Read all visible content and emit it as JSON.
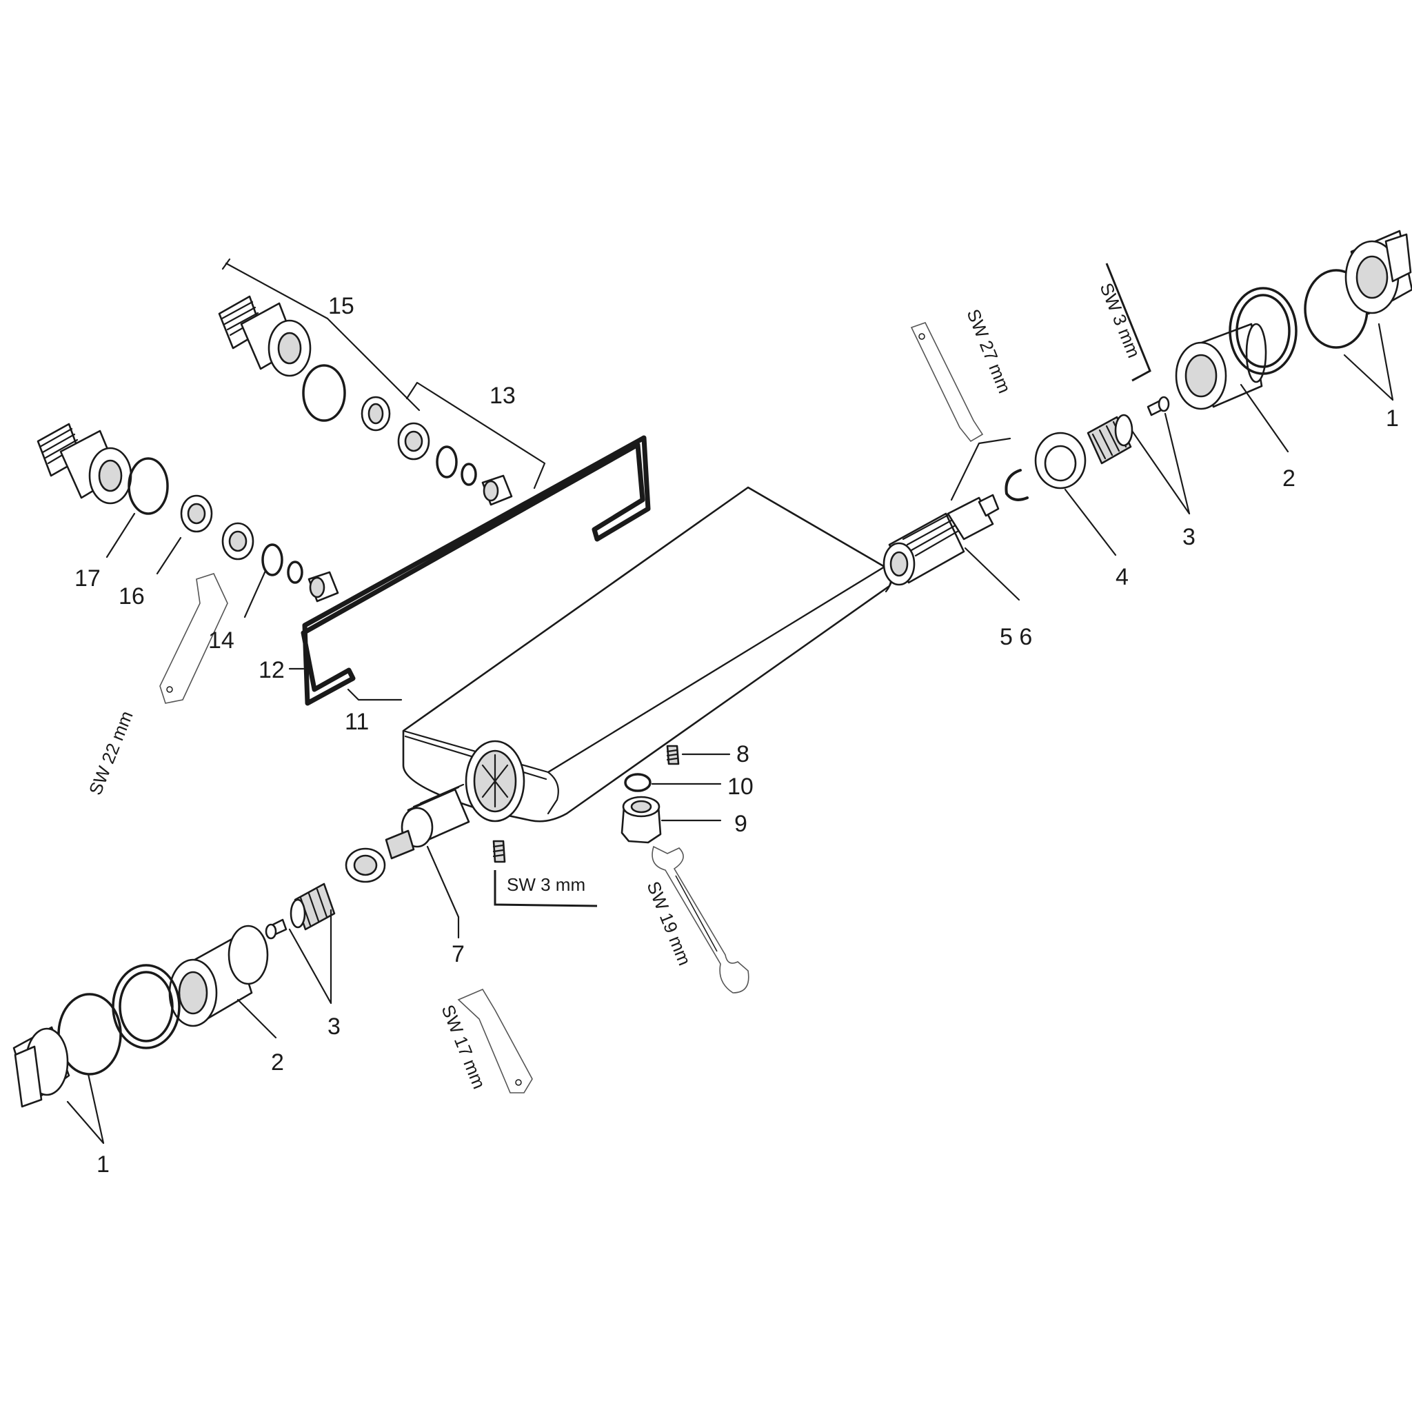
{
  "part_labels": {
    "p1_right": "1",
    "p1_left": "1",
    "p2_right": "2",
    "p2_left": "2",
    "p3_right": "3",
    "p3_left": "3",
    "p4": "4",
    "p56": "5 6",
    "p7": "7",
    "p8": "8",
    "p9": "9",
    "p10": "10",
    "p11": "11",
    "p12": "12",
    "p13": "13",
    "p14": "14",
    "p15": "15",
    "p16": "16",
    "p17": "17"
  },
  "tool_labels": {
    "sw22": "SW 22 mm",
    "sw27": "SW 27 mm",
    "sw3_top": "SW 3 mm",
    "sw3_bottom": "SW 3 mm",
    "sw19": "SW 19 mm",
    "sw17": "SW 17 mm"
  }
}
